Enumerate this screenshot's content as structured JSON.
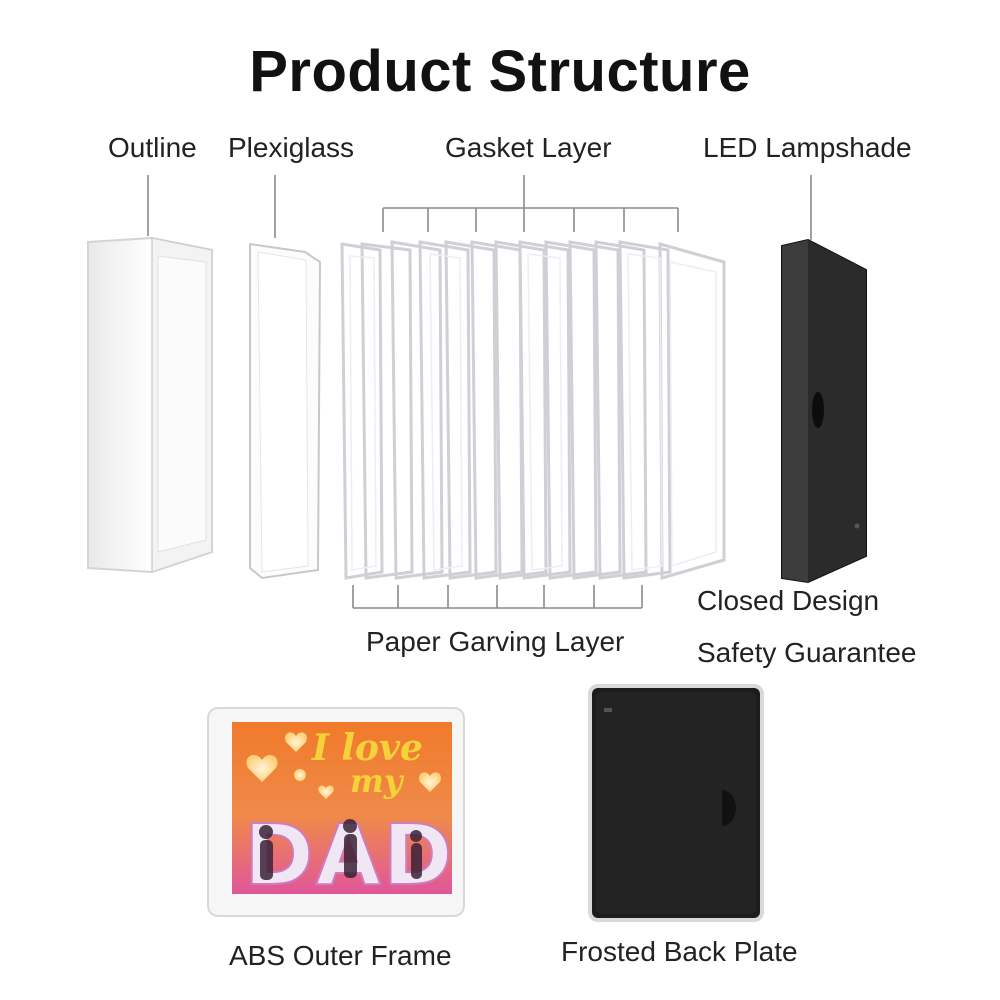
{
  "title": "Product Structure",
  "labels": {
    "outline": "Outline",
    "plexiglass": "Plexiglass",
    "gasket_layer": "Gasket Layer",
    "led_lampshade": "LED Lampshade",
    "closed_design": "Closed Design",
    "safety_guarantee": "Safety Guarantee",
    "paper_carving_layer": "Paper Garving Layer",
    "abs_outer_frame": "ABS Outer Frame",
    "frosted_back_plate": "Frosted Back Plate"
  },
  "product_photo": {
    "line1": "I love",
    "line2": "my",
    "line3": "DAD"
  },
  "colors": {
    "glow_orange": "#f07a2a",
    "glow_pink": "#e0569a",
    "lettering_yellow": "#f5d23a",
    "lampshade_black": "#1e1e1e",
    "frame_white": "#f6f6f6"
  }
}
